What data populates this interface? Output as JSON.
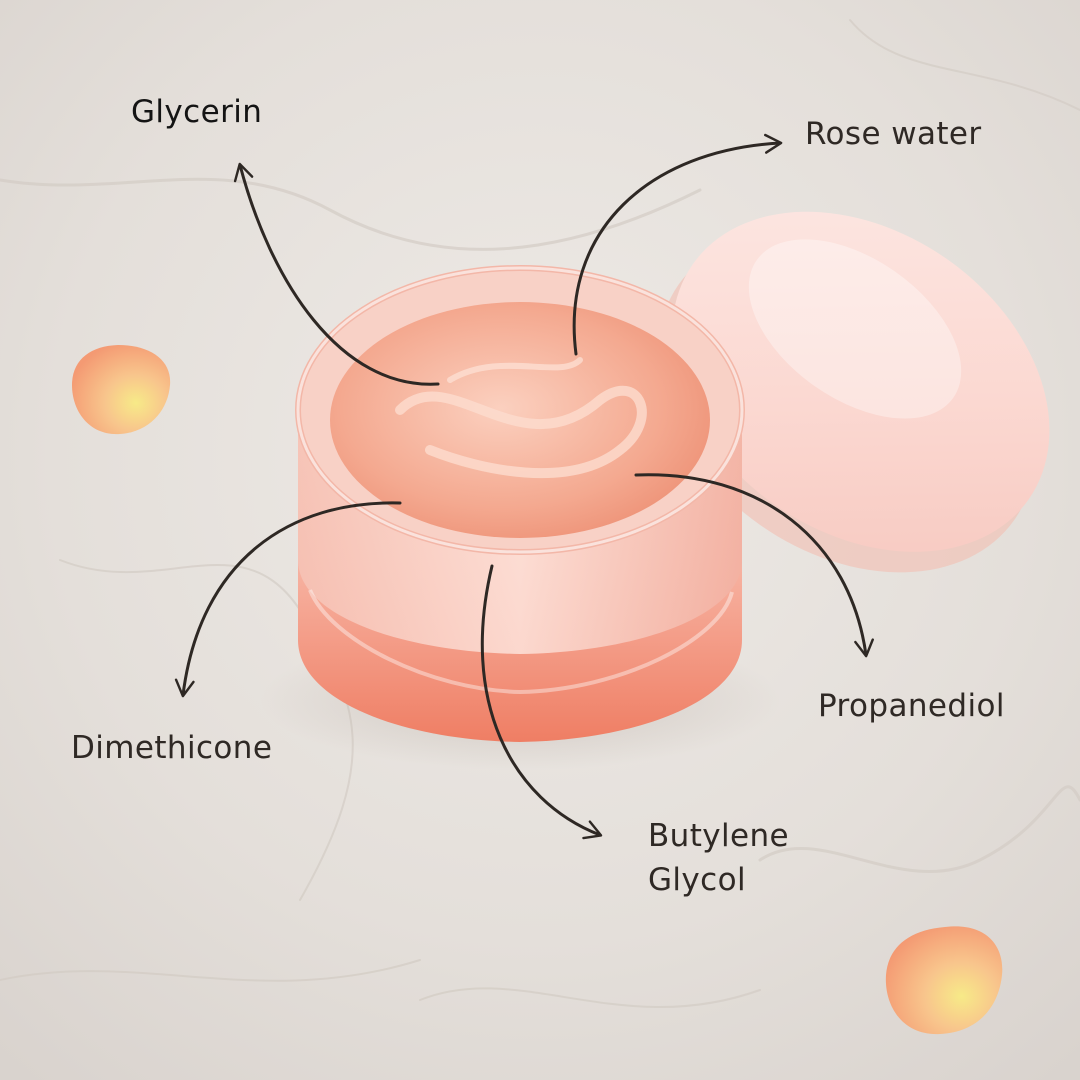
{
  "ingredients": [
    {
      "id": "glycerin",
      "label": "Glycerin"
    },
    {
      "id": "rose-water",
      "label": "Rose water"
    },
    {
      "id": "propanediol",
      "label": "Propanediol"
    },
    {
      "id": "dimethicone",
      "label": "Dimethicone"
    },
    {
      "id": "butylene-glycol",
      "label": "Butylene\nGlycol"
    }
  ],
  "colors": {
    "marble": "#e7e2dd",
    "marble_vein": "#d6cfc8",
    "cream": "#f2a78e",
    "jar_base": "#f28d75",
    "lid": "#fbe3dd",
    "petal": "#f7b183",
    "petal_center": "#f6e27a",
    "arrow": "#2e2824",
    "text": "#2f2925"
  }
}
